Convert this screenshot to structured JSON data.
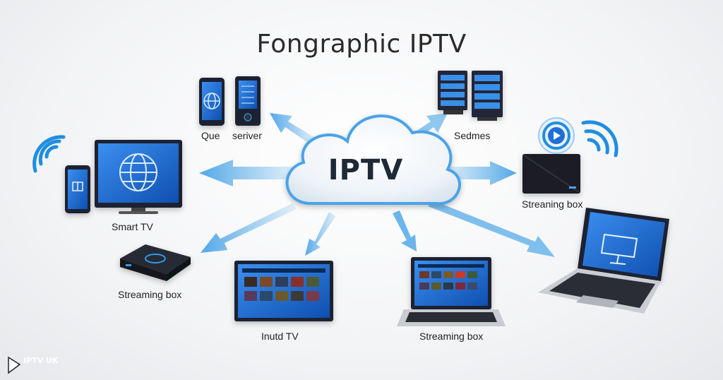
{
  "title": "Fongraphic IPTV",
  "center": {
    "label": "IPTV"
  },
  "nodes": {
    "phone_top": {
      "label": "Que"
    },
    "server_top": {
      "label": "seriver"
    },
    "servers_right": {
      "label": "Sedmes"
    },
    "smart_tv": {
      "label": "Smart TV"
    },
    "streaming_box_right": {
      "label": "Streaning box"
    },
    "streaming_box_left": {
      "label": "Streaming box"
    },
    "tv_bottom": {
      "label": "Inutd TV"
    },
    "laptop_bottom": {
      "label": "Streaming box"
    }
  },
  "logo": {
    "text": "IPTV UK"
  },
  "colors": {
    "arrow": "#5aaee6",
    "screen": "#1f6fd6",
    "device": "#1d2430",
    "cloud_edge": "#4aa3e8"
  }
}
